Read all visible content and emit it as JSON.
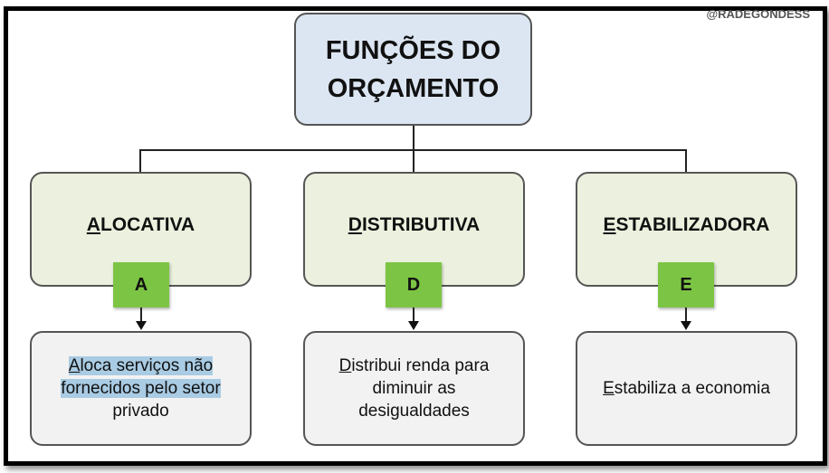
{
  "watermark": "@RADEGONDESS",
  "root": {
    "line1": "FUNÇÕES DO",
    "line2": "ORÇAMENTO"
  },
  "functions": [
    {
      "initial": "A",
      "rest": "LOCATIVA",
      "badge": "A",
      "desc_initial": "A",
      "desc_line1": "loca serviços não",
      "desc_line2": "fornecidos pelo setor",
      "desc_line3": "privado"
    },
    {
      "initial": "D",
      "rest": "ISTRIBUTIVA",
      "badge": "D",
      "desc_initial": "D",
      "desc_line1": "istribui renda para",
      "desc_line2": "diminuir as",
      "desc_line3": "desigualdades"
    },
    {
      "initial": "E",
      "rest": "STABILIZADORA",
      "badge": "E",
      "desc_initial": "E",
      "desc_line1": "stabiliza a economia"
    }
  ],
  "colors": {
    "root": "#dce6f2",
    "function": "#ebf1de",
    "badge": "#7cc544",
    "description": "#f2f2f2",
    "highlight": "#a9cbe3"
  }
}
